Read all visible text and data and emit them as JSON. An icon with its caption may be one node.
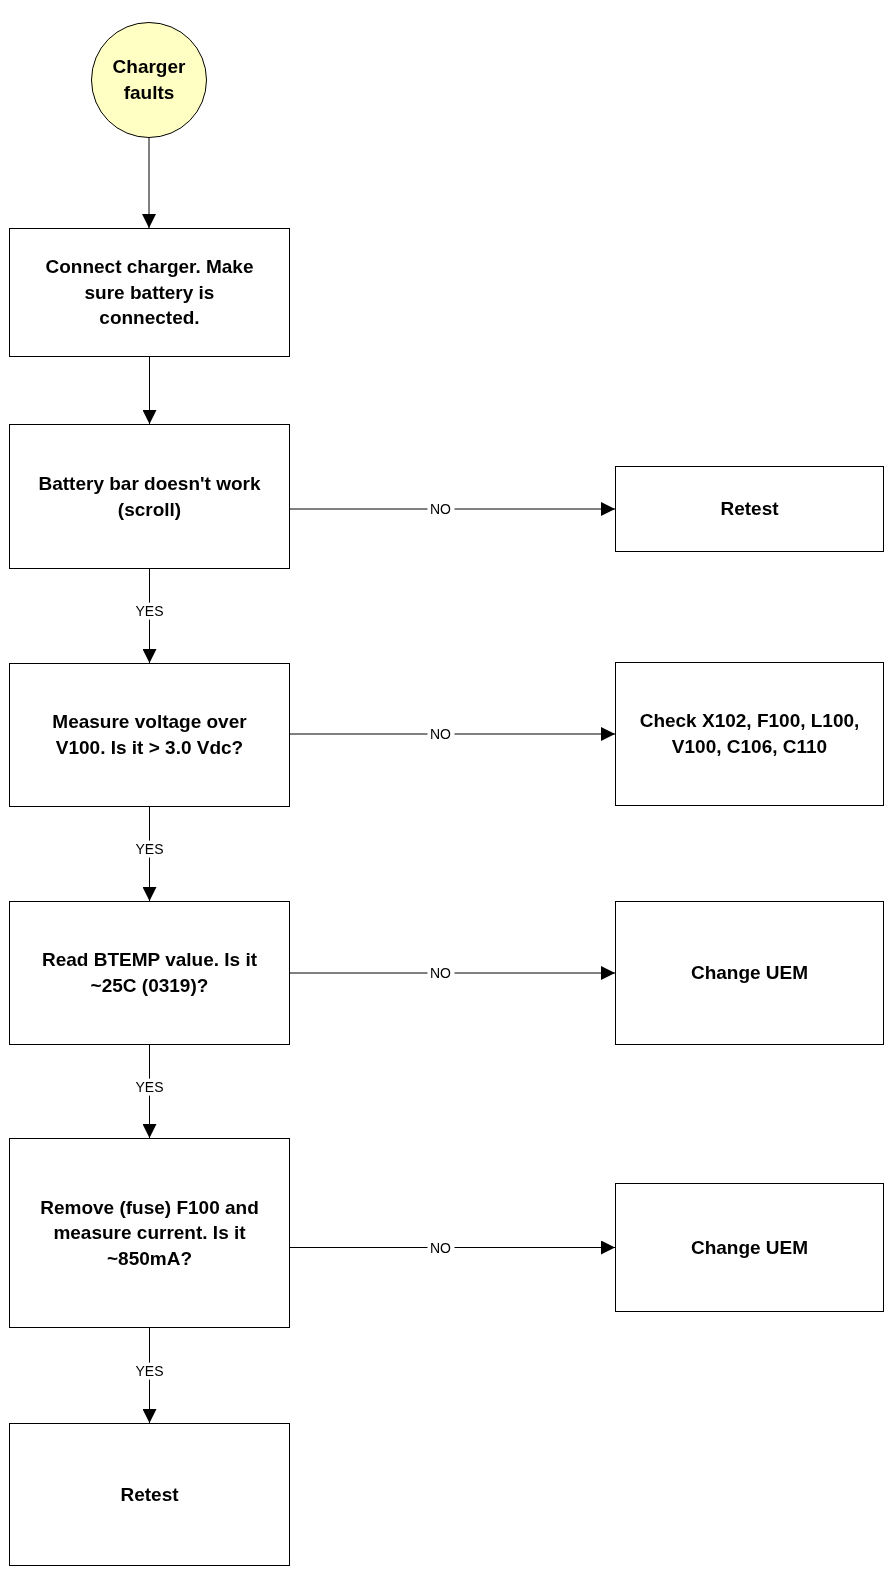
{
  "diagram": {
    "nodes": [
      {
        "text": [
          "Charger faults"
        ]
      },
      {
        "text": [
          "Connect charger. Make sure battery is connected."
        ]
      },
      {
        "text": [
          "Battery bar doesn't work (scroll)"
        ]
      },
      {
        "text": [
          "Retest"
        ]
      },
      {
        "text": [
          "Measure voltage over V100. Is it > 3.0 Vdc?"
        ]
      },
      {
        "text": [
          "Check X102, F100, L100, V100, C106, C110"
        ]
      },
      {
        "text": [
          "Read BTEMP value. Is it ~25C (0319)?"
        ]
      },
      {
        "text": [
          "Change UEM"
        ]
      },
      {
        "text": [
          "Remove (fuse) F100 and measure current. Is it ~850mA?"
        ]
      },
      {
        "text": [
          "Change UEM"
        ]
      },
      {
        "text": [
          "Retest"
        ]
      }
    ],
    "edges": [
      {
        "from": 0,
        "to": 1,
        "arrow": "to"
      },
      {
        "from": 1,
        "to": 2,
        "arrow": "to"
      },
      {
        "from": 2,
        "to": 3,
        "arrow": "to",
        "label": "NO"
      },
      {
        "from": 2,
        "to": 4,
        "arrow": "to",
        "label": "YES"
      },
      {
        "from": 4,
        "to": 5,
        "arrow": "to",
        "label": "NO"
      },
      {
        "from": 4,
        "to": 6,
        "arrow": "to",
        "label": "YES"
      },
      {
        "from": 6,
        "to": 7,
        "arrow": "to",
        "label": "NO"
      },
      {
        "from": 6,
        "to": 8,
        "arrow": "to",
        "label": "YES"
      },
      {
        "from": 8,
        "to": 9,
        "arrow": "to",
        "label": "NO"
      },
      {
        "from": 8,
        "to": 10,
        "arrow": "to",
        "label": "YES"
      }
    ]
  }
}
